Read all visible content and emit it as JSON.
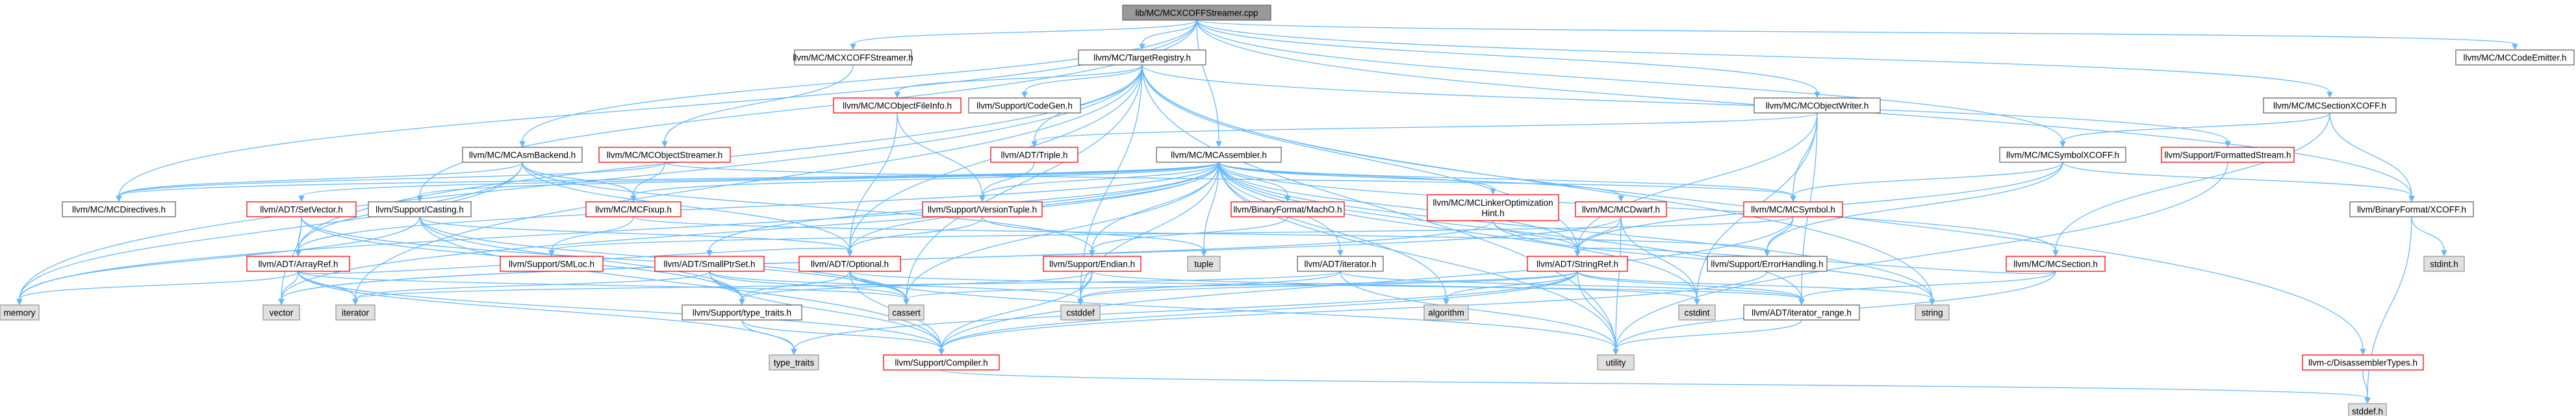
{
  "colors": {
    "edge": "#63b8ff",
    "root_fill": "#999999",
    "default_fill": "#ffffff",
    "default_stroke": "#666666",
    "red_stroke": "#ff0000",
    "system_fill": "#e0e0e0",
    "system_stroke": "#999999",
    "text": "#000000"
  },
  "nodes": [
    {
      "id": "n0",
      "label": "lib/MC/MCXCOFFStreamer.cpp",
      "kind": "root"
    },
    {
      "id": "n1",
      "label": "llvm/MC/MCXCOFFStreamer.h",
      "kind": "normal"
    },
    {
      "id": "n2",
      "label": "llvm/MC/TargetRegistry.h",
      "kind": "normal"
    },
    {
      "id": "n3",
      "label": "llvm/MC/MCCodeEmitter.h",
      "kind": "normal"
    },
    {
      "id": "n4",
      "label": "llvm/MC/MCAssembler.h",
      "kind": "normal"
    },
    {
      "id": "n5",
      "label": "llvm/MC/MCAsmBackend.h",
      "kind": "normal"
    },
    {
      "id": "n6",
      "label": "llvm/MC/MCObjectStreamer.h",
      "kind": "red"
    },
    {
      "id": "n7",
      "label": "llvm/MC/MCObjectWriter.h",
      "kind": "normal"
    },
    {
      "id": "n8",
      "label": "llvm/MC/MCSectionXCOFF.h",
      "kind": "normal"
    },
    {
      "id": "n9",
      "label": "llvm/MC/MCSymbolXCOFF.h",
      "kind": "normal"
    },
    {
      "id": "n10",
      "label": "llvm/MC/MCObjectFileInfo.h",
      "kind": "red"
    },
    {
      "id": "n11",
      "label": "llvm/Support/CodeGen.h",
      "kind": "normal"
    },
    {
      "id": "n12",
      "label": "llvm/ADT/Triple.h",
      "kind": "red"
    },
    {
      "id": "n13",
      "label": "llvm/Support/FormattedStream.h",
      "kind": "red"
    },
    {
      "id": "n14",
      "label": "llvm/MC/MCDirectives.h",
      "kind": "normal"
    },
    {
      "id": "n15",
      "label": "llvm/ADT/SetVector.h",
      "kind": "red"
    },
    {
      "id": "n16",
      "label": "llvm/Support/Casting.h",
      "kind": "normal"
    },
    {
      "id": "n17",
      "label": "llvm/MC/MCFixup.h",
      "kind": "red"
    },
    {
      "id": "n18",
      "label": "llvm/Support/VersionTuple.h",
      "kind": "red"
    },
    {
      "id": "n19",
      "label": "llvm/BinaryFormat/MachO.h",
      "kind": "red"
    },
    {
      "id": "n20",
      "label": "llvm/MC/MCLinkerOptimization\nHint.h",
      "kind": "red"
    },
    {
      "id": "n21",
      "label": "llvm/MC/MCDwarf.h",
      "kind": "red"
    },
    {
      "id": "n22",
      "label": "llvm/MC/MCSymbol.h",
      "kind": "red"
    },
    {
      "id": "n23",
      "label": "llvm/BinaryFormat/XCOFF.h",
      "kind": "normal"
    },
    {
      "id": "n24",
      "label": "stdint.h",
      "kind": "system"
    },
    {
      "id": "n25",
      "label": "llvm/ADT/ArrayRef.h",
      "kind": "red"
    },
    {
      "id": "n26",
      "label": "llvm/Support/SMLoc.h",
      "kind": "red"
    },
    {
      "id": "n27",
      "label": "llvm/ADT/SmallPtrSet.h",
      "kind": "red"
    },
    {
      "id": "n28",
      "label": "llvm/ADT/Optional.h",
      "kind": "red"
    },
    {
      "id": "n29",
      "label": "llvm/Support/Endian.h",
      "kind": "red"
    },
    {
      "id": "n30",
      "label": "tuple",
      "kind": "system"
    },
    {
      "id": "n31",
      "label": "llvm/ADT/iterator.h",
      "kind": "normal"
    },
    {
      "id": "n32",
      "label": "llvm/ADT/StringRef.h",
      "kind": "red"
    },
    {
      "id": "n33",
      "label": "llvm/Support/ErrorHandling.h",
      "kind": "normal"
    },
    {
      "id": "n34",
      "label": "llvm/MC/MCSection.h",
      "kind": "red"
    },
    {
      "id": "n35",
      "label": "llvm-c/DisassemblerTypes.h",
      "kind": "red"
    },
    {
      "id": "n36",
      "label": "memory",
      "kind": "system"
    },
    {
      "id": "n37",
      "label": "vector",
      "kind": "system"
    },
    {
      "id": "n38",
      "label": "iterator",
      "kind": "system"
    },
    {
      "id": "n39",
      "label": "llvm/Support/type_traits.h",
      "kind": "normal"
    },
    {
      "id": "n40",
      "label": "cassert",
      "kind": "system"
    },
    {
      "id": "n41",
      "label": "cstddef",
      "kind": "system"
    },
    {
      "id": "n42",
      "label": "algorithm",
      "kind": "system"
    },
    {
      "id": "n43",
      "label": "cstdint",
      "kind": "system"
    },
    {
      "id": "n44",
      "label": "llvm/ADT/iterator_range.h",
      "kind": "normal"
    },
    {
      "id": "n45",
      "label": "string",
      "kind": "system"
    },
    {
      "id": "n46",
      "label": "type_traits",
      "kind": "system"
    },
    {
      "id": "n47",
      "label": "llvm/Support/Compiler.h",
      "kind": "red"
    },
    {
      "id": "n48",
      "label": "utility",
      "kind": "system"
    },
    {
      "id": "n49",
      "label": "stddef.h",
      "kind": "system"
    }
  ],
  "edges": [
    [
      "n0",
      "n1"
    ],
    [
      "n0",
      "n2"
    ],
    [
      "n0",
      "n3"
    ],
    [
      "n0",
      "n4"
    ],
    [
      "n0",
      "n5"
    ],
    [
      "n0",
      "n7"
    ],
    [
      "n0",
      "n8"
    ],
    [
      "n0",
      "n9"
    ],
    [
      "n0",
      "n14"
    ],
    [
      "n0",
      "n16"
    ],
    [
      "n0",
      "n23"
    ],
    [
      "n1",
      "n6"
    ],
    [
      "n2",
      "n10"
    ],
    [
      "n2",
      "n11"
    ],
    [
      "n2",
      "n12"
    ],
    [
      "n2",
      "n13"
    ],
    [
      "n2",
      "n28"
    ],
    [
      "n2",
      "n32"
    ],
    [
      "n2",
      "n35"
    ],
    [
      "n2",
      "n36"
    ],
    [
      "n2",
      "n40"
    ],
    [
      "n2",
      "n41"
    ],
    [
      "n2",
      "n45"
    ],
    [
      "n2",
      "n48"
    ],
    [
      "n2",
      "n25"
    ],
    [
      "n2",
      "n38"
    ],
    [
      "n4",
      "n15"
    ],
    [
      "n4",
      "n25"
    ],
    [
      "n4",
      "n27"
    ],
    [
      "n4",
      "n28"
    ],
    [
      "n4",
      "n32"
    ],
    [
      "n4",
      "n31"
    ],
    [
      "n4",
      "n44"
    ],
    [
      "n4",
      "n18"
    ],
    [
      "n4",
      "n19"
    ],
    [
      "n4",
      "n20"
    ],
    [
      "n4",
      "n21"
    ],
    [
      "n4",
      "n17"
    ],
    [
      "n4",
      "n22"
    ],
    [
      "n4",
      "n34"
    ],
    [
      "n4",
      "n14"
    ],
    [
      "n4",
      "n16"
    ],
    [
      "n4",
      "n29"
    ],
    [
      "n4",
      "n30"
    ],
    [
      "n4",
      "n36"
    ],
    [
      "n4",
      "n37"
    ],
    [
      "n4",
      "n41"
    ],
    [
      "n4",
      "n43"
    ],
    [
      "n4",
      "n45"
    ],
    [
      "n4",
      "n48"
    ],
    [
      "n4",
      "n42"
    ],
    [
      "n4",
      "n40"
    ],
    [
      "n5",
      "n14"
    ],
    [
      "n5",
      "n17"
    ],
    [
      "n5",
      "n28"
    ],
    [
      "n5",
      "n29"
    ],
    [
      "n5",
      "n36"
    ],
    [
      "n5",
      "n25"
    ],
    [
      "n6",
      "n17"
    ],
    [
      "n6",
      "n14"
    ],
    [
      "n6",
      "n22"
    ],
    [
      "n7",
      "n12"
    ],
    [
      "n7",
      "n22"
    ],
    [
      "n7",
      "n32"
    ],
    [
      "n7",
      "n43"
    ],
    [
      "n7",
      "n44"
    ],
    [
      "n8",
      "n23"
    ],
    [
      "n8",
      "n34"
    ],
    [
      "n8",
      "n9"
    ],
    [
      "n9",
      "n23"
    ],
    [
      "n9",
      "n22"
    ],
    [
      "n9",
      "n32"
    ],
    [
      "n9",
      "n33"
    ],
    [
      "n10",
      "n28"
    ],
    [
      "n10",
      "n18"
    ],
    [
      "n12",
      "n18"
    ],
    [
      "n13",
      "n48"
    ],
    [
      "n15",
      "n25"
    ],
    [
      "n15",
      "n37"
    ],
    [
      "n15",
      "n40"
    ],
    [
      "n15",
      "n39"
    ],
    [
      "n16",
      "n28"
    ],
    [
      "n16",
      "n39"
    ],
    [
      "n16",
      "n47"
    ],
    [
      "n16",
      "n40"
    ],
    [
      "n16",
      "n36"
    ],
    [
      "n17",
      "n26"
    ],
    [
      "n17",
      "n33"
    ],
    [
      "n18",
      "n28"
    ],
    [
      "n18",
      "n30"
    ],
    [
      "n19",
      "n29"
    ],
    [
      "n20",
      "n32"
    ],
    [
      "n20",
      "n37"
    ],
    [
      "n20",
      "n45"
    ],
    [
      "n21",
      "n32"
    ],
    [
      "n21",
      "n48"
    ],
    [
      "n21",
      "n43"
    ],
    [
      "n21",
      "n37"
    ],
    [
      "n22",
      "n26"
    ],
    [
      "n22",
      "n47"
    ],
    [
      "n22",
      "n33"
    ],
    [
      "n23",
      "n24"
    ],
    [
      "n23",
      "n49"
    ],
    [
      "n25",
      "n28"
    ],
    [
      "n25",
      "n47"
    ],
    [
      "n25",
      "n37"
    ],
    [
      "n25",
      "n40"
    ],
    [
      "n25",
      "n38"
    ],
    [
      "n25",
      "n46"
    ],
    [
      "n25",
      "n36"
    ],
    [
      "n27",
      "n39"
    ],
    [
      "n27",
      "n47"
    ],
    [
      "n27",
      "n40"
    ],
    [
      "n27",
      "n41"
    ],
    [
      "n27",
      "n38"
    ],
    [
      "n28",
      "n47"
    ],
    [
      "n28",
      "n39"
    ],
    [
      "n28",
      "n40"
    ],
    [
      "n28",
      "n48"
    ],
    [
      "n28",
      "n44"
    ],
    [
      "n29",
      "n47"
    ],
    [
      "n29",
      "n39"
    ],
    [
      "n29",
      "n41"
    ],
    [
      "n29",
      "n43"
    ],
    [
      "n31",
      "n44"
    ],
    [
      "n31",
      "n41"
    ],
    [
      "n31",
      "n38"
    ],
    [
      "n31",
      "n48"
    ],
    [
      "n32",
      "n47"
    ],
    [
      "n32",
      "n42"
    ],
    [
      "n32",
      "n45"
    ],
    [
      "n32",
      "n40"
    ],
    [
      "n32",
      "n41"
    ],
    [
      "n32",
      "n48"
    ],
    [
      "n32",
      "n46"
    ],
    [
      "n32",
      "n44"
    ],
    [
      "n33",
      "n47"
    ],
    [
      "n34",
      "n32"
    ],
    [
      "n34",
      "n48"
    ],
    [
      "n34",
      "n44"
    ],
    [
      "n35",
      "n49"
    ],
    [
      "n39",
      "n46"
    ],
    [
      "n39",
      "n47"
    ],
    [
      "n44",
      "n48"
    ],
    [
      "n47",
      "n49"
    ]
  ]
}
